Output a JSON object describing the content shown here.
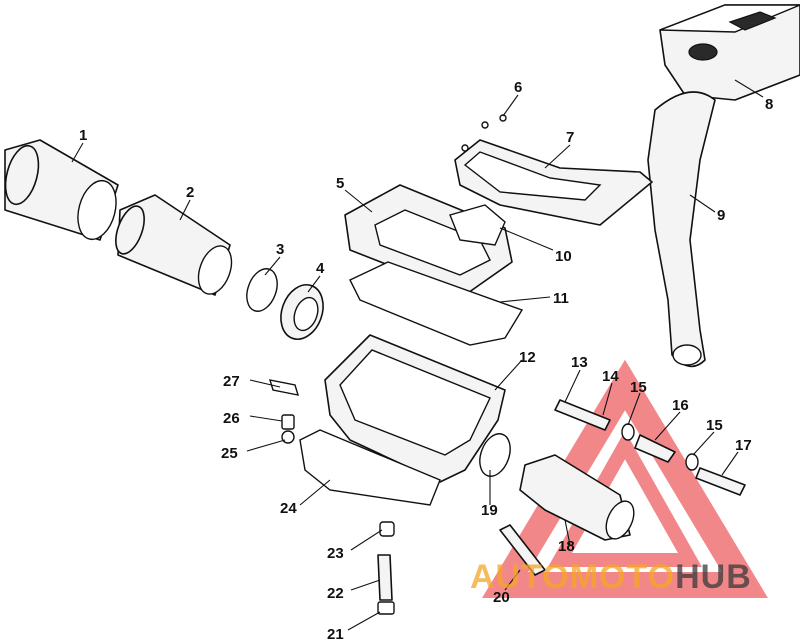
{
  "diagram": {
    "callouts": [
      "1",
      "2",
      "3",
      "4",
      "5",
      "6",
      "7",
      "8",
      "9",
      "10",
      "11",
      "12",
      "13",
      "14",
      "15",
      "15",
      "16",
      "17",
      "18",
      "19",
      "20",
      "21",
      "22",
      "23",
      "24",
      "25",
      "26",
      "27"
    ]
  },
  "watermark": {
    "part1": "AUTO",
    "part2": "MOTO",
    "part3": "HUB",
    "color_primary": "#e8262c",
    "color_secondary": "#f5a623",
    "color_dark": "#3a3a3a"
  }
}
